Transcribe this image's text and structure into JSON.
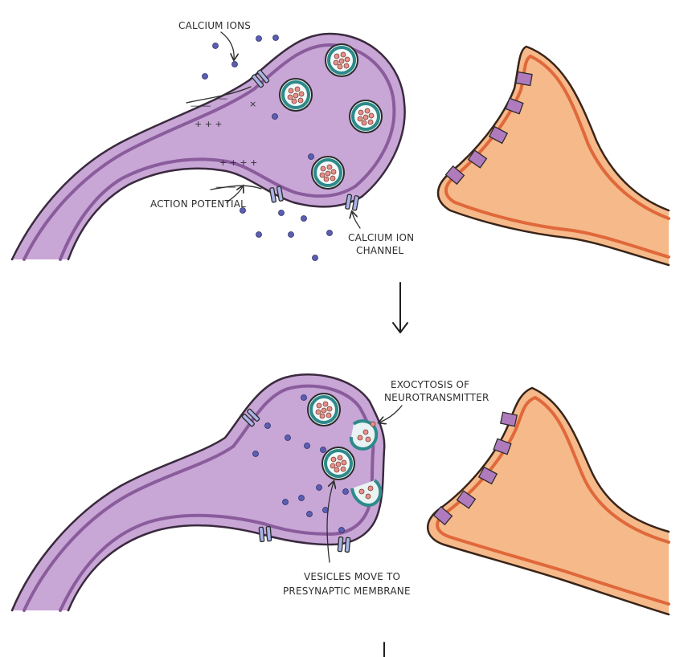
{
  "labels": {
    "calcium_ions": "CALCIUM IONS",
    "action_potential": "ACTION POTENTIAL",
    "calcium_ion_channel_line1": "CALCIUM ION",
    "calcium_ion_channel_line2": "CHANNEL",
    "exocytosis_line1": "EXOCYTOSIS OF",
    "exocytosis_line2": "NEUROTRANSMITTER",
    "vesicles_line1": "VESICLES MOVE TO",
    "vesicles_line2": "PRESYNAPTIC MEMBRANE"
  },
  "colors": {
    "presynaptic_fill": "#c8a6d6",
    "presynaptic_membrane": "#8a5c9c",
    "postsynaptic_fill": "#f5b98a",
    "postsynaptic_membrane": "#e0683a",
    "receptor": "#b07bbd",
    "channel": "#aab4e6",
    "vesicle": "#2e8a8a",
    "calcium_ion": "#5b5fb3",
    "neurotransmitter": "#e6918a"
  }
}
